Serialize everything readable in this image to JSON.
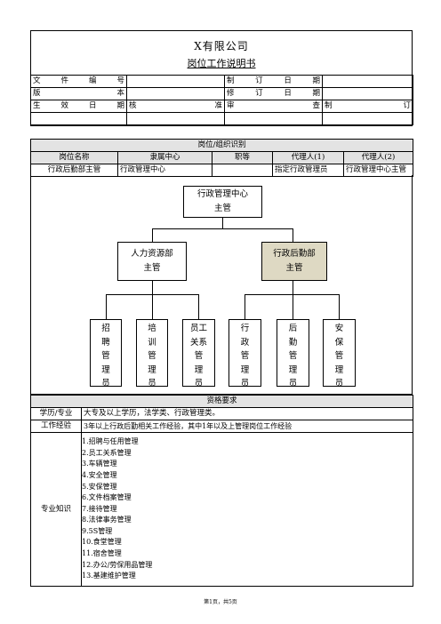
{
  "header": {
    "company": "X有限公司",
    "title": "岗位工作说明书",
    "rows": [
      [
        "文件编号",
        "",
        "制订日期",
        ""
      ],
      [
        "版本",
        "",
        "修订日期",
        ""
      ],
      [
        "生效日期",
        "核准",
        "审查",
        "制订"
      ]
    ]
  },
  "identification": {
    "section_title": "岗位/组织识别",
    "columns": [
      "岗位名称",
      "隶属中心",
      "职等",
      "代理人(1)",
      "代理人(2)"
    ],
    "values": [
      "行政后勤部主管",
      "行政管理中心",
      "",
      "指定行政管理员",
      "行政管理中心主管"
    ]
  },
  "org_chart": {
    "top": "行政管理中心\n主管",
    "level2": [
      {
        "label": "人力资源部\n主管",
        "highlight": false
      },
      {
        "label": "行政后勤部\n主管",
        "highlight": true
      }
    ],
    "level3": [
      "招\n聘\n管\n理\n员",
      "培\n训\n管\n理\n员",
      "员工\n关系\n管\n理\n员",
      "行\n政\n管\n理\n员",
      "后\n勤\n管\n理\n员",
      "安\n保\n管\n理\n员"
    ],
    "highlight_color": "#ded9c3"
  },
  "qualifications": {
    "section_title": "资格要求",
    "education_label": "学历/专业",
    "education": "大专及以上学历，法学类、行政管理类。",
    "experience_label": "工作经验",
    "experience": "3年以上行政后勤相关工作经验，其中1年以及上管理岗位工作经验",
    "knowledge_label": "专业知识",
    "knowledge": [
      "1.招聘与任用管理",
      "2.员工关系管理",
      "3.车辆管理",
      "4.安全管理",
      "5.安保管理",
      "6.文件档案管理",
      "7.接待管理",
      "8.法律事务管理",
      "9.5S管理",
      "10.食堂管理",
      "11.宿舍管理",
      "12.办公/劳保用品管理",
      "13.基建维护管理"
    ]
  },
  "footer": "第1页，共5页"
}
